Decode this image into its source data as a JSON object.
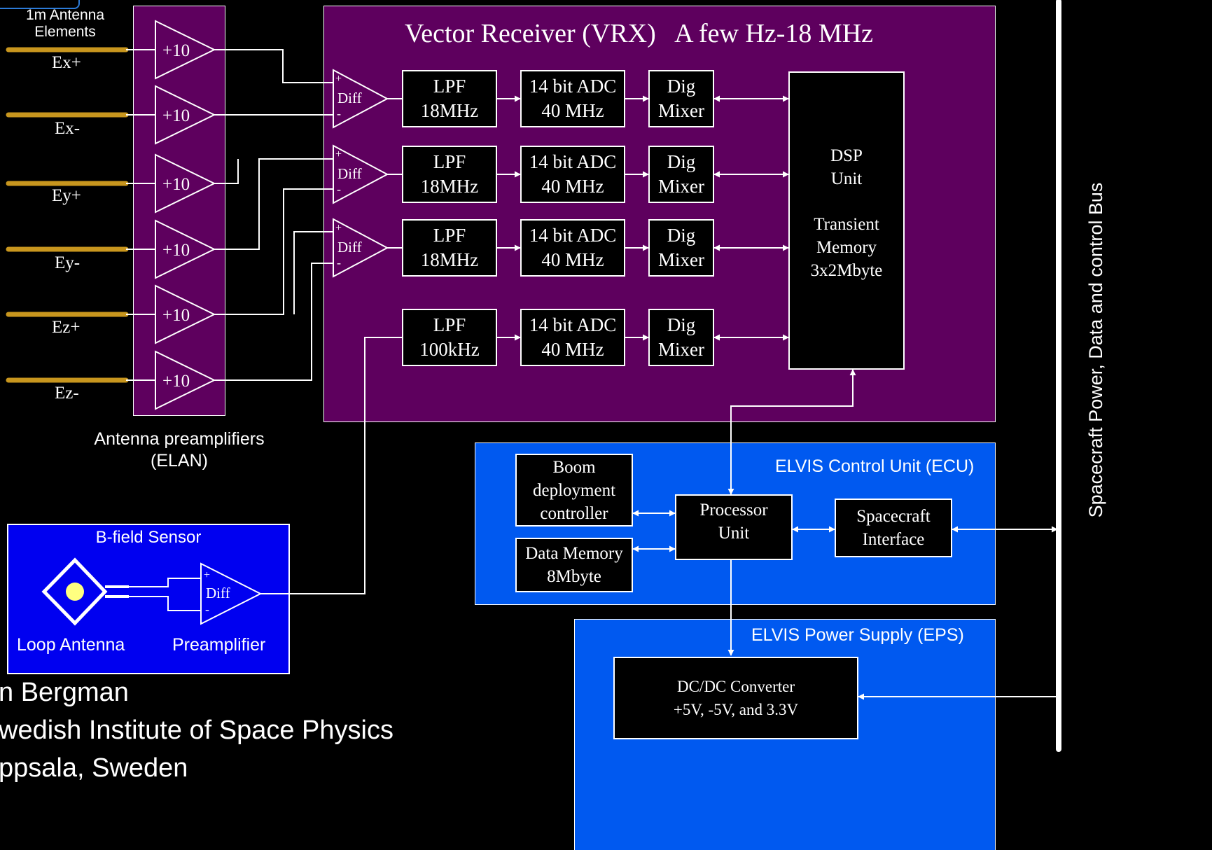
{
  "colors": {
    "vrx_bg": "#5e005e",
    "elan_bg": "#5e005e",
    "ecu_bg": "#0059f0",
    "eps_bg": "#0059f0",
    "bfield_bg": "#0000f0",
    "antenna": "#c8961e"
  },
  "antenna": {
    "heading_line1": "1m Antenna",
    "heading_line2": "Elements",
    "elements": [
      "Ex+",
      "Ex-",
      "Ey+",
      "Ey-",
      "Ez+",
      "Ez-"
    ]
  },
  "elan": {
    "gain": "+10",
    "label_line1": "Antenna preamplifiers",
    "label_line2": "(ELAN)"
  },
  "vrx": {
    "title": "Vector Receiver (VRX)   A few Hz-18 MHz",
    "diff_label": "Diff",
    "plus": "+",
    "minus": "-",
    "rows": [
      {
        "lpf1": "LPF",
        "lpf2": "18MHz",
        "adc1": "14 bit ADC",
        "adc2": "40 MHz",
        "mix1": "Dig",
        "mix2": "Mixer"
      },
      {
        "lpf1": "LPF",
        "lpf2": "18MHz",
        "adc1": "14 bit ADC",
        "adc2": "40 MHz",
        "mix1": "Dig",
        "mix2": "Mixer"
      },
      {
        "lpf1": "LPF",
        "lpf2": "18MHz",
        "adc1": "14 bit ADC",
        "adc2": "40 MHz",
        "mix1": "Dig",
        "mix2": "Mixer"
      },
      {
        "lpf1": "LPF",
        "lpf2": "100kHz",
        "adc1": "14 bit ADC",
        "adc2": "40 MHz",
        "mix1": "Dig",
        "mix2": "Mixer"
      }
    ],
    "dsp": {
      "l1": "DSP",
      "l2": "Unit",
      "l3": "Transient",
      "l4": "Memory",
      "l5": "3x2Mbyte"
    }
  },
  "ecu": {
    "title": "ELVIS Control Unit (ECU)",
    "boom": {
      "l1": "Boom",
      "l2": "deployment",
      "l3": "controller"
    },
    "datamem": {
      "l1": "Data Memory",
      "l2": "8Mbyte"
    },
    "processor": {
      "l1": "Processor",
      "l2": "Unit"
    },
    "scif": {
      "l1": "Spacecraft",
      "l2": "Interface"
    }
  },
  "eps": {
    "title": "ELVIS Power Supply (EPS)",
    "dcdc": {
      "l1": "DC/DC Converter",
      "l2": "+5V, -5V, and 3.3V"
    }
  },
  "bfield": {
    "title": "B-field Sensor",
    "loop_label": "Loop Antenna",
    "preamp_label": "Preamplifier",
    "diff_label": "Diff"
  },
  "bus_label": "Spacecraft Power, Data and control Bus",
  "author": {
    "line1": "n Bergman",
    "line2": "wedish Institute of Space Physics",
    "line3": "ppsala, Sweden"
  }
}
